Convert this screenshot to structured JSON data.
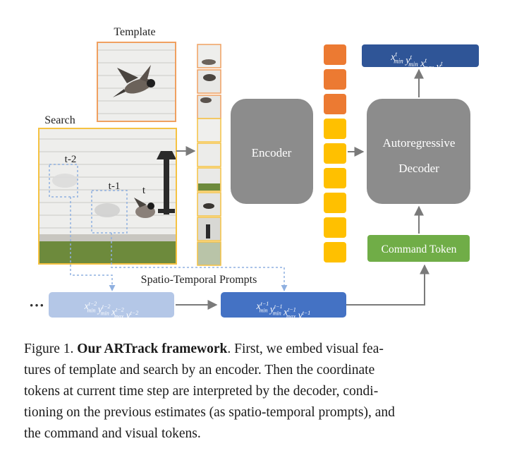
{
  "diagram": {
    "template_label": "Template",
    "search_label": "Search",
    "t_minus_2": "t-2",
    "t_minus_1": "t-1",
    "t": "t",
    "encoder": "Encoder",
    "decoder_line1": "Autoregressive",
    "decoder_line2": "Decoder",
    "command_token": "Command Token",
    "spatio_temporal": "Spatio-Temporal Prompts",
    "ellipsis": "···",
    "output_tokens": [
      "x",
      "min",
      "t",
      "y",
      "min",
      "t",
      "x",
      "max",
      "t",
      "y",
      "max",
      "t"
    ],
    "prompt_prev2": [
      "x",
      "min",
      "t−2",
      "y",
      "min",
      "t−2",
      "x",
      "max",
      "t−2",
      "y",
      "max",
      "t−2"
    ],
    "prompt_prev1": [
      "x",
      "min",
      "t−1",
      "y",
      "min",
      "t−1",
      "x",
      "max",
      "t−1",
      "y",
      "max",
      "t−1"
    ],
    "colors": {
      "gray_box": "#8c8c8c",
      "orange_token": "#ec7a32",
      "yellow_token": "#ffc000",
      "green_box": "#70ad47",
      "navy_box": "#2f5597",
      "prompt_light": "#b4c7e7",
      "prompt_blue": "#4472c4",
      "orange_border": "#f0a060",
      "yellow_border": "#f5c242",
      "arrow": "#7a7a7a",
      "dotted_link": "#8fb0e0"
    }
  },
  "caption": {
    "prefix": "Figure 1. ",
    "bold": "Our ARTrack framework",
    "lines": [
      ". First, we embed visual fea-",
      "tures of template and search by an encoder. Then the coordinate",
      "tokens at current time step are interpreted by the decoder, condi-",
      "tioning on the previous estimates (as spatio-temporal prompts), and",
      "the command and visual tokens."
    ]
  }
}
